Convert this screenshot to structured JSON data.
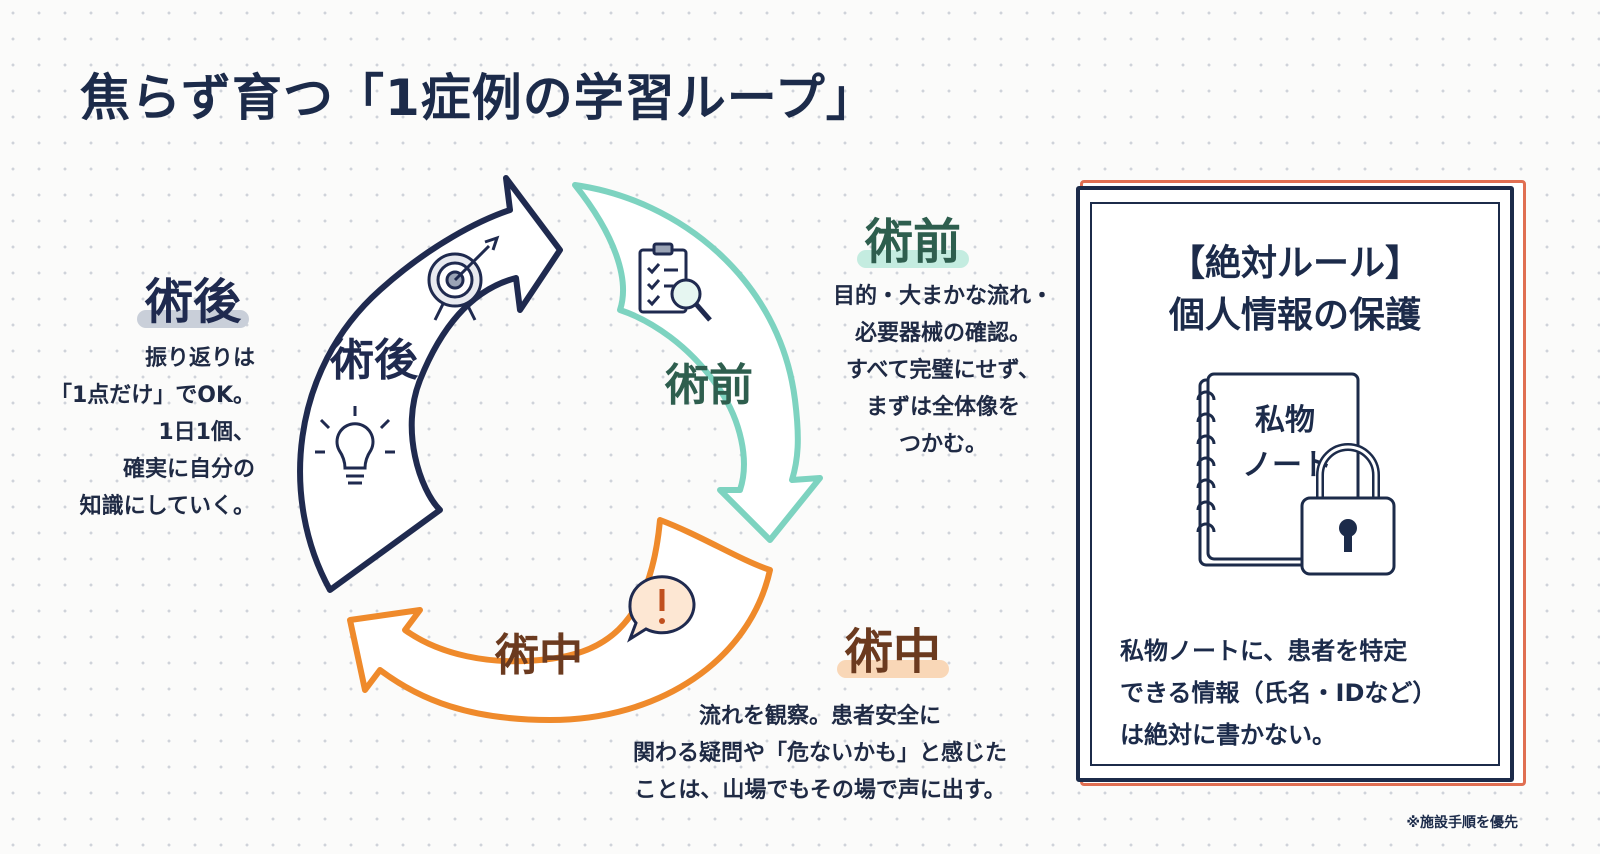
{
  "title": "焦らず育つ「1症例の学習ループ」",
  "cycle": {
    "post": {
      "label": "術後",
      "color": "#1f2a4f"
    },
    "pre": {
      "label": "術前",
      "color": "#7dd3c0",
      "text_color": "#2e5e4e"
    },
    "intra": {
      "label": "術中",
      "color": "#ef8a2b",
      "text_color": "#6b3a1f"
    },
    "icons": [
      "target-icon",
      "checklist-magnifier-icon",
      "lightbulb-icon",
      "exclamation-bubble-icon"
    ]
  },
  "stages": {
    "post": {
      "heading": "術後",
      "description": "振り返りは\n「1点だけ」でOK。\n1日1個、\n確実に自分の\n知識にしていく。"
    },
    "pre": {
      "heading": "術前",
      "description": "目的・大まかな流れ・\n必要器械の確認。\nすべて完璧にせず、\nまずは全体像を\nつかむ。"
    },
    "intra": {
      "heading": "術中",
      "description": "流れを観察。患者安全に\n関わる疑問や「危ないかも」と感じた\nことは、山場でもその場で声に出す。"
    }
  },
  "rule": {
    "title_line1": "【絶対ルール】",
    "title_line2": "個人情報の保護",
    "notebook_label_line1": "私物",
    "notebook_label_line2": "ノート",
    "text": "私物ノートに、患者を特定\nできる情報（氏名・IDなど）\nは絶対に書かない。",
    "footnote": "※施設手順を優先"
  },
  "colors": {
    "navy": "#1c2b4a",
    "teal": "#7dd3c0",
    "orange": "#ef8a2b",
    "coral": "#e06f52"
  }
}
